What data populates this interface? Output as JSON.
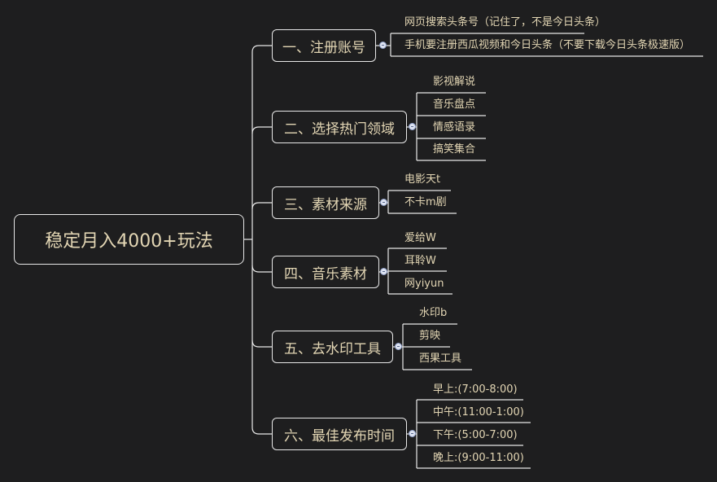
{
  "root": "稳定月入4000+玩法",
  "branches": [
    {
      "label": "一、注册账号",
      "children": [
        "网页搜索头条号（记住了，不是今日头条）",
        "手机要注册西瓜视频和今日头条（不要下载今日头条极速版）"
      ]
    },
    {
      "label": "二、选择热门领域",
      "children": [
        "影视解说",
        "音乐盘点",
        "情感语录",
        "搞笑集合"
      ]
    },
    {
      "label": "三、素材来源",
      "children": [
        "电影天t",
        "不卡m剧"
      ]
    },
    {
      "label": "四、音乐素材",
      "children": [
        "爱给W",
        "耳聆W",
        "网yiyun"
      ]
    },
    {
      "label": "五、去水印工具",
      "children": [
        "水印b",
        "剪映",
        "西果工具"
      ]
    },
    {
      "label": "六、最佳发布时间",
      "children": [
        "早上:(7:00-8:00)",
        "中午:(11:00-1:00)",
        "下午:(5:00-7:00)",
        "晚上:(9:00-11:00)"
      ]
    }
  ],
  "colors": {
    "background": "#1e1e1f",
    "text": "#e3d6b4",
    "line": "#e8e8e8"
  }
}
